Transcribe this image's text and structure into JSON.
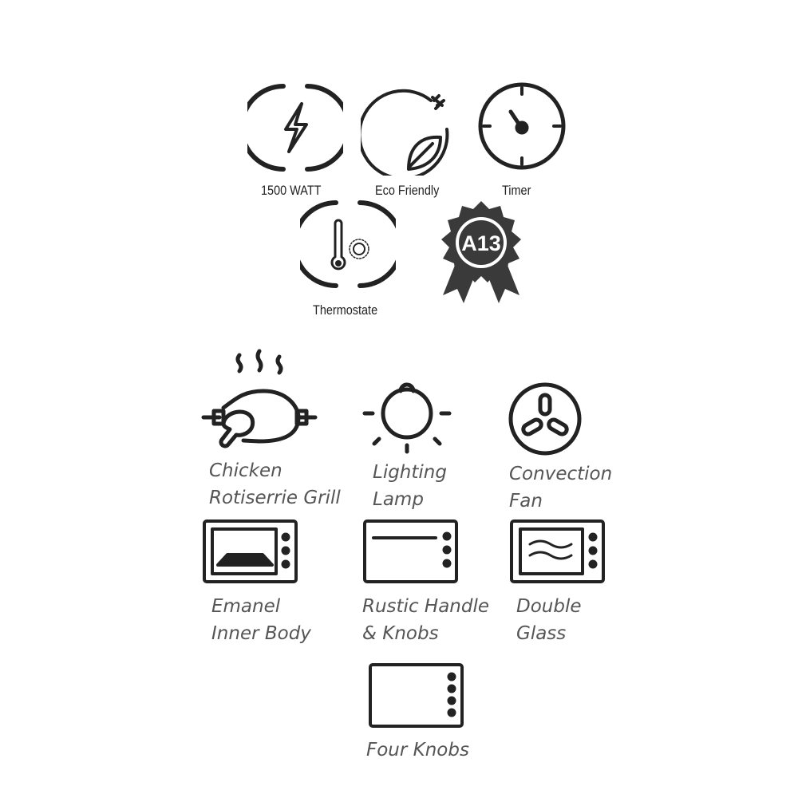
{
  "top_features": [
    {
      "label": "1500 WATT",
      "icon": "lightning-icon"
    },
    {
      "label": "Eco Friendly",
      "icon": "leaf-plug-icon"
    },
    {
      "label": "Timer",
      "icon": "clock-icon"
    },
    {
      "label": "Thermostate",
      "icon": "thermometer-icon"
    },
    {
      "label": "A13",
      "icon": "award-badge-icon"
    }
  ],
  "features": [
    {
      "line1": "Chicken",
      "line2": "Rotiserrie Grill",
      "icon": "rotisserie-chicken-icon"
    },
    {
      "line1": "Lighting",
      "line2": "Lamp",
      "icon": "lamp-icon"
    },
    {
      "line1": "Convection",
      "line2": "Fan",
      "icon": "fan-icon"
    },
    {
      "line1": "Emanel",
      "line2": "Inner Body",
      "icon": "oven-enamel-icon"
    },
    {
      "line1": "Rustic Handle",
      "line2": "& Knobs",
      "icon": "oven-handle-icon"
    },
    {
      "line1": "Double",
      "line2": "Glass",
      "icon": "oven-double-glass-icon"
    },
    {
      "line1": "Four Knobs",
      "icon": "oven-four-knobs-icon"
    }
  ],
  "colors": {
    "icon": "#222222",
    "label": "#555555",
    "badge": "#3a3a3a"
  }
}
